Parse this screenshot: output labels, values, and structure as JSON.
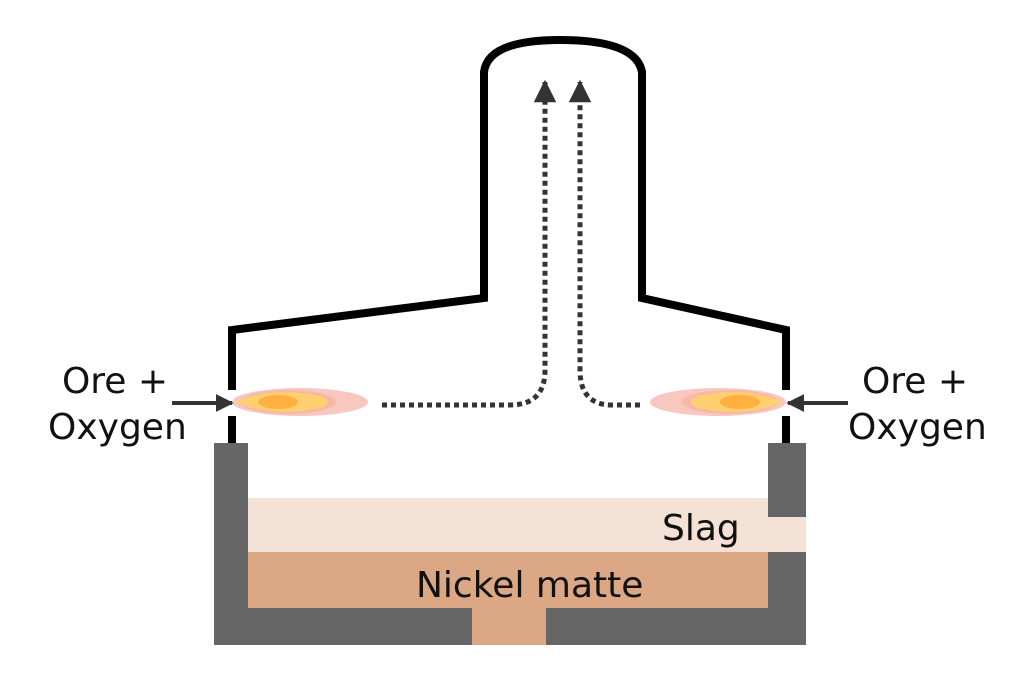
{
  "labels": {
    "left_inlet_line1": "Ore +",
    "left_inlet_line2": "Oxygen",
    "right_inlet_line1": "Ore +",
    "right_inlet_line2": "Oxygen",
    "slag": "Slag",
    "matte": "Nickel matte"
  },
  "colors": {
    "outline": "#000000",
    "furnace_wall": "#666666",
    "slag": "#f5e2d6",
    "matte": "#dba784",
    "flame_outer": "#f8c8c0",
    "flame_inner": "#ffd070",
    "flame_core": "#ffb040",
    "gas_path": "#333333",
    "inlet_arrow": "#333333"
  }
}
